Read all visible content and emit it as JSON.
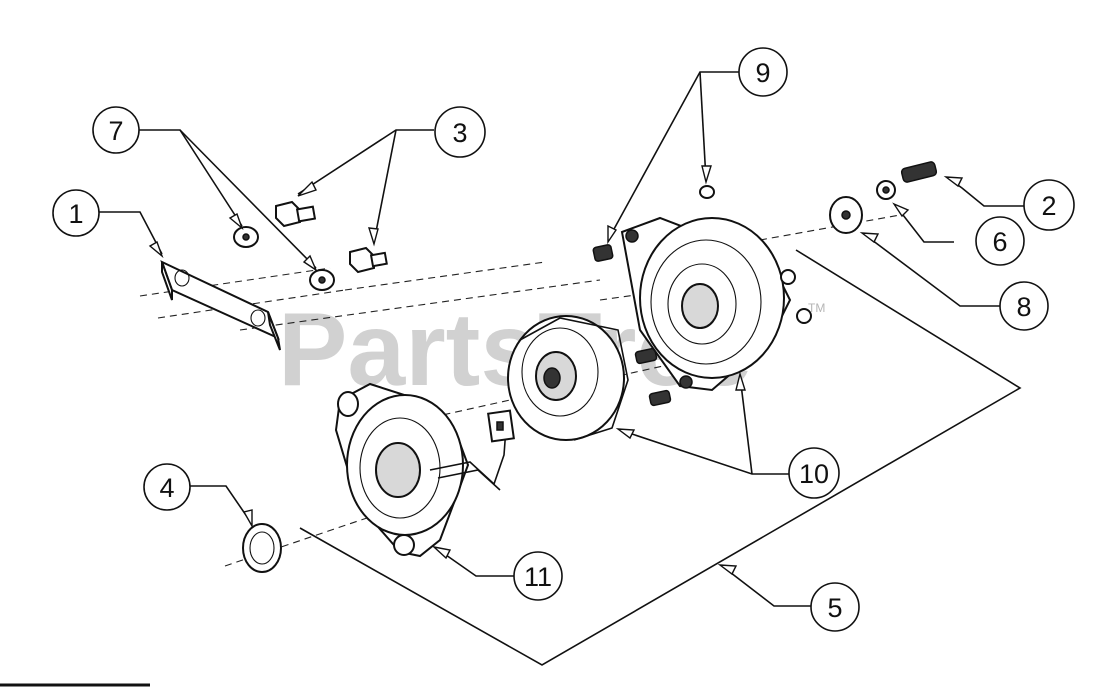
{
  "watermark": {
    "text": "PartsTree",
    "trademark": "TM"
  },
  "callouts": [
    {
      "id": "1",
      "label": "1"
    },
    {
      "id": "2",
      "label": "2"
    },
    {
      "id": "3",
      "label": "3"
    },
    {
      "id": "4",
      "label": "4"
    },
    {
      "id": "5",
      "label": "5"
    },
    {
      "id": "6",
      "label": "6"
    },
    {
      "id": "7",
      "label": "7"
    },
    {
      "id": "8",
      "label": "8"
    },
    {
      "id": "9",
      "label": "9"
    },
    {
      "id": "10",
      "label": "10"
    },
    {
      "id": "11",
      "label": "11"
    }
  ]
}
